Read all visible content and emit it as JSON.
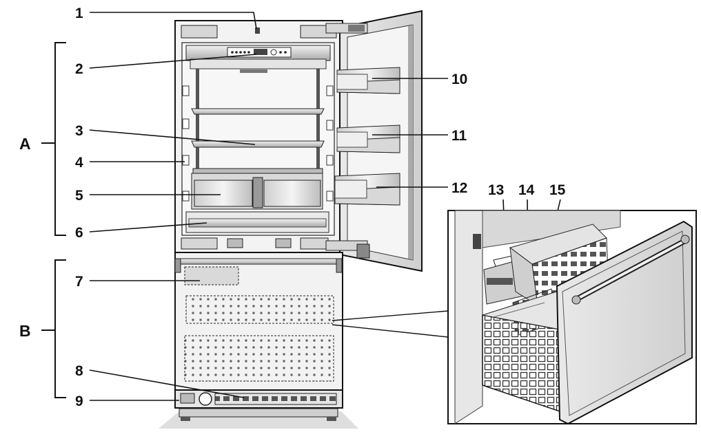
{
  "sections": [
    {
      "id": "A",
      "label": "A"
    },
    {
      "id": "B",
      "label": "B"
    }
  ],
  "callouts": [
    {
      "n": "1",
      "label": "1"
    },
    {
      "n": "2",
      "label": "2"
    },
    {
      "n": "3",
      "label": "3"
    },
    {
      "n": "4",
      "label": "4"
    },
    {
      "n": "5",
      "label": "5"
    },
    {
      "n": "6",
      "label": "6"
    },
    {
      "n": "7",
      "label": "7"
    },
    {
      "n": "8",
      "label": "8"
    },
    {
      "n": "9",
      "label": "9"
    },
    {
      "n": "10",
      "label": "10"
    },
    {
      "n": "11",
      "label": "11"
    },
    {
      "n": "12",
      "label": "12"
    },
    {
      "n": "13",
      "label": "13"
    },
    {
      "n": "14",
      "label": "14"
    },
    {
      "n": "15",
      "label": "15"
    }
  ],
  "colors": {
    "ink": "#111111",
    "shade_light": "#e8e8e8",
    "shade_mid": "#bdbdbd",
    "shade_dark": "#8a8a8a",
    "background": "#ffffff"
  }
}
